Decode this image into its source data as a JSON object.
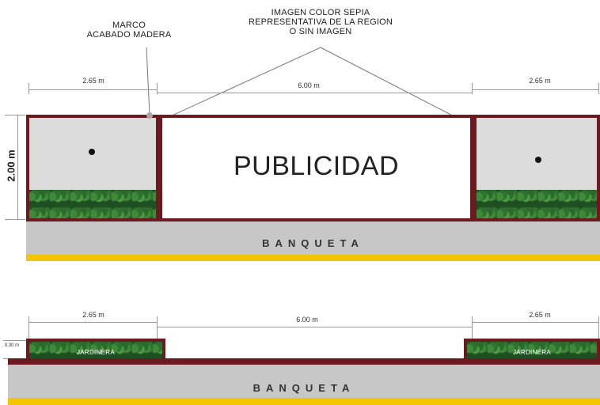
{
  "notes": {
    "marco": "MARCO\nACABADO MADERA",
    "imagen": "IMAGEN COLOR SEPIA\nREPRESENTATIVA DE LA REGION\nO SIN IMAGEN"
  },
  "elevation": {
    "dim_left": "2.65 m",
    "dim_center": "6.00 m",
    "dim_right": "2.65 m",
    "height": "2.00 m",
    "billboard_text": "PUBLICIDAD",
    "sidewalk": "BANQUETA"
  },
  "plan": {
    "dim_left": "2.65 m",
    "dim_center": "6.00 m",
    "dim_right": "2.65 m",
    "small_dim": "0.30 m",
    "planter_left": "JARDINERA",
    "planter_right": "JARDINERA",
    "sidewalk": "BANQUETA"
  },
  "colors": {
    "frame": "#6b1a20",
    "sidewalk": "#c7c7c7",
    "curb": "#f2c500",
    "vegetation": "#1f4e22"
  }
}
